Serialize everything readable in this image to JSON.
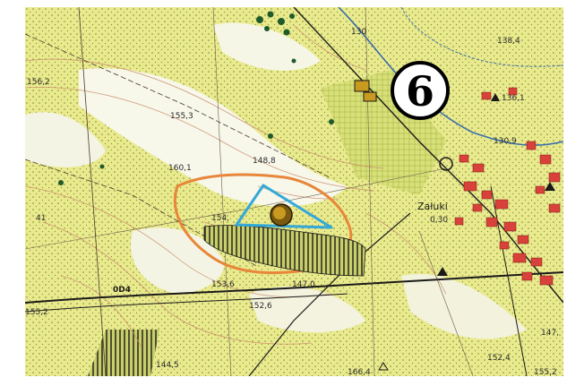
{
  "map": {
    "marker_number": "6",
    "place_name": "Załuki",
    "road_label": "0D4",
    "elevations": {
      "e1562": "156,2",
      "e1553": "155,3",
      "e1601": "160,1",
      "e1488": "148,8",
      "e154": "154,",
      "e1536": "153,6",
      "e1526": "152,6",
      "e1470": "147,0",
      "e1445": "144,5",
      "e1464": "166,4",
      "e1522": "155,2",
      "e1300": "130",
      "e1384": "138,4",
      "e1361": "136,1",
      "e1309": "130,9",
      "e1524": "152,4",
      "e147": "147,",
      "e1552b": "155,2",
      "e030": "0,30",
      "e41": "41"
    },
    "colors": {
      "site_outline": "#33a9d8",
      "zone_outline": "#e8863a",
      "forest": "#e3e58a",
      "settlement": "#d9423a",
      "contour": "#c98a6a"
    }
  }
}
